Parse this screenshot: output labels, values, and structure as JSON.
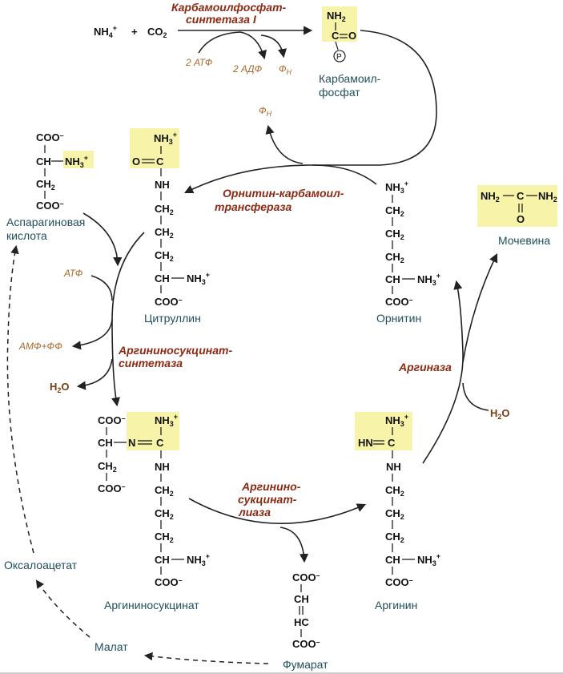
{
  "enzymes": {
    "cps1": [
      "Карбамоилфосфат-",
      "синтетаза I"
    ],
    "otc": [
      "Орнитин-карбамоил-",
      "трансфераза"
    ],
    "ass": [
      "Аргининосукцинат-",
      "синтетаза"
    ],
    "asl": [
      "Аргинино-",
      "сукцинат-",
      "лиаза"
    ],
    "arginase": "Аргиназа"
  },
  "cofactors": {
    "atp2": "2 АТФ",
    "adp2": "2 АДФ",
    "pi": "Ф",
    "pi_sub": "Н",
    "atp": "АТФ",
    "amp_ppi": "АМФ+ФФ"
  },
  "reactants": {
    "nh4": "NH",
    "nh4_sub": "4",
    "nh4_sup": "+",
    "plus": "+",
    "co2": "CO",
    "co2_sub": "2"
  },
  "compounds": {
    "carbamoyl_phosphate": [
      "Карбамоил-",
      "фосфат"
    ],
    "aspartate": [
      "Аспарагиновая",
      "кислота"
    ],
    "citrulline": "Цитруллин",
    "ornithine": "Орнитин",
    "urea": "Мочевина",
    "argininosuccinate": "Аргининосукцинат",
    "arginine": "Аргинин",
    "fumarate": "Фумарат",
    "malate": "Малат",
    "oxaloacetate": "Оксалоацетат"
  },
  "groups": {
    "nh2": "NH",
    "nh3": "NH",
    "coo": "COO",
    "ch": "CH",
    "ch2": "CH",
    "c": "C",
    "o": "O",
    "nh": "NH",
    "hc": "HC",
    "n": "N",
    "hn": "HN",
    "p": "P",
    "sub2": "2",
    "sub3": "3",
    "plus": "+",
    "minus": "–"
  },
  "water": {
    "h": "H",
    "sub": "2",
    "o": "O"
  },
  "colors": {
    "enzyme": "#8b2a14",
    "cofactor": "#a86a2e",
    "label": "#1f4e5c",
    "highlight": "#f7f3a8",
    "water": "#7a3a12"
  }
}
